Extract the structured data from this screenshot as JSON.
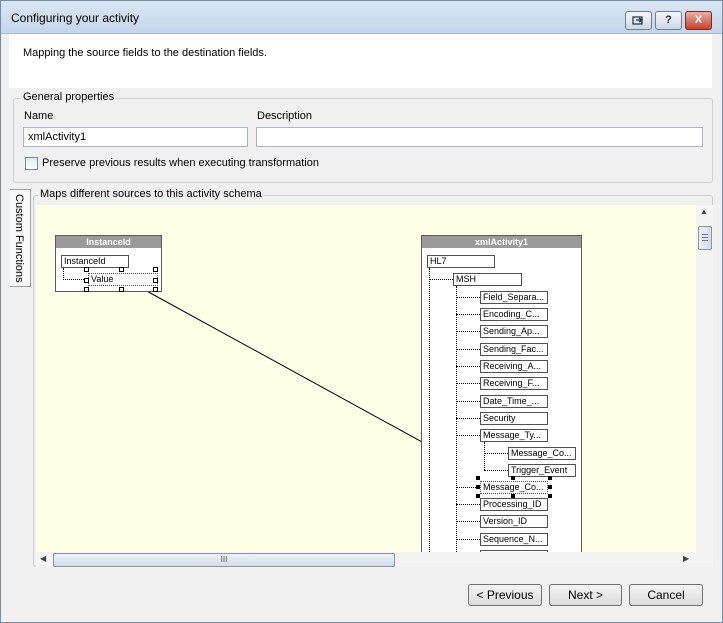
{
  "window": {
    "title": "Configuring your activity",
    "help_label": "?",
    "close_label": "X"
  },
  "header": {
    "text": "Mapping the source fields to the destination fields."
  },
  "general": {
    "legend": "General properties",
    "name_label": "Name",
    "name_value": "xmlActivity1",
    "description_label": "Description",
    "description_value": "",
    "preserve_label": "Preserve previous results when executing transformation",
    "preserve_checked": false
  },
  "side_tab": {
    "label": "Custom Functions"
  },
  "mapper": {
    "legend": "Maps different sources to this activity schema",
    "source": {
      "title": "InstanceId",
      "root": "InstanceId",
      "child": "Value"
    },
    "target": {
      "title": "xmlActivity1",
      "root": "HL7",
      "segment": "MSH",
      "fields": [
        "Field_Separa...",
        "Encoding_C...",
        "Sending_Ap...",
        "Sending_Fac...",
        "Receiving_A...",
        "Receiving_F...",
        "Date_Time_...",
        "Security",
        "Message_Ty...",
        "Message_Co...",
        "Trigger_Event",
        "Message_Co...",
        "Processing_ID",
        "Version_ID",
        "Sequence_N..."
      ]
    }
  },
  "scrollbar": {
    "grip": "III"
  },
  "buttons": {
    "previous": "< Previous",
    "next": "Next >",
    "cancel": "Cancel"
  }
}
